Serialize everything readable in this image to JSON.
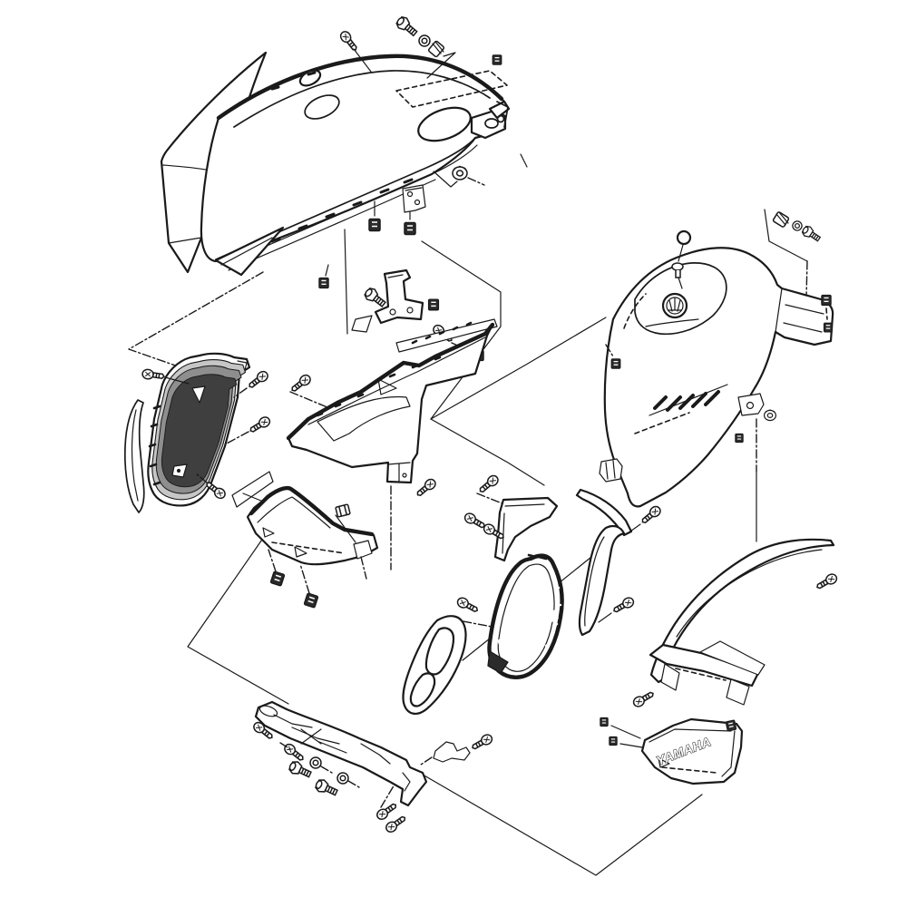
{
  "diagram": {
    "brand_text": "YAMAHA",
    "background": "#ffffff",
    "colors": {
      "line": "#1a1a1a",
      "panel-dark": "#3f3f3f",
      "panel-mid": "#8e8e8e",
      "panel-light": "#c6c6c6",
      "mesh-dark": "#4a4a4a",
      "bg": "#ffffff"
    },
    "parts": [
      {
        "name": "windscreen-trim"
      },
      {
        "name": "front-upper-cowling"
      },
      {
        "name": "cowling-bolt"
      },
      {
        "name": "bolt-washer-collar-set-top"
      },
      {
        "name": "edge-clip-top"
      },
      {
        "name": "grommet-cowling"
      },
      {
        "name": "speed-nut-clips"
      },
      {
        "name": "hanging-stay-plate"
      },
      {
        "name": "headlight-stay-bracket"
      },
      {
        "name": "stay-bolt"
      },
      {
        "name": "stay-clips"
      },
      {
        "name": "stay-screw"
      },
      {
        "name": "side-scoop-panel-shaded"
      },
      {
        "name": "scoop-trim-strip"
      },
      {
        "name": "scoop-screws"
      },
      {
        "name": "inner-side-panel"
      },
      {
        "name": "panel-strip"
      },
      {
        "name": "panel-mounting-box"
      },
      {
        "name": "panel-screws"
      },
      {
        "name": "decal-sticker"
      },
      {
        "name": "lower-side-panel"
      },
      {
        "name": "lower-panel-clips"
      },
      {
        "name": "clip-nut"
      },
      {
        "name": "vent-stay-bracket"
      },
      {
        "name": "mesh-vent-grille"
      },
      {
        "name": "vent-outline-gasket"
      },
      {
        "name": "vent-screws"
      },
      {
        "name": "side-trim-blade"
      },
      {
        "name": "fuel-tank-cover"
      },
      {
        "name": "tank-emblem"
      },
      {
        "name": "tank-stripe-decal"
      },
      {
        "name": "tank-dome-bolt"
      },
      {
        "name": "tank-bolt-collar-set"
      },
      {
        "name": "tank-clips"
      },
      {
        "name": "tank-lower-bracket"
      },
      {
        "name": "tank-grommet"
      },
      {
        "name": "rear-side-blade"
      },
      {
        "name": "rear-carrier-bracket"
      },
      {
        "name": "rear-tray-yamaha"
      },
      {
        "name": "tray-clips"
      },
      {
        "name": "under-rail"
      },
      {
        "name": "rail-screws"
      },
      {
        "name": "rail-bolts"
      },
      {
        "name": "rail-washers"
      },
      {
        "name": "rail-end-bracket"
      },
      {
        "name": "reference-lines"
      }
    ]
  }
}
